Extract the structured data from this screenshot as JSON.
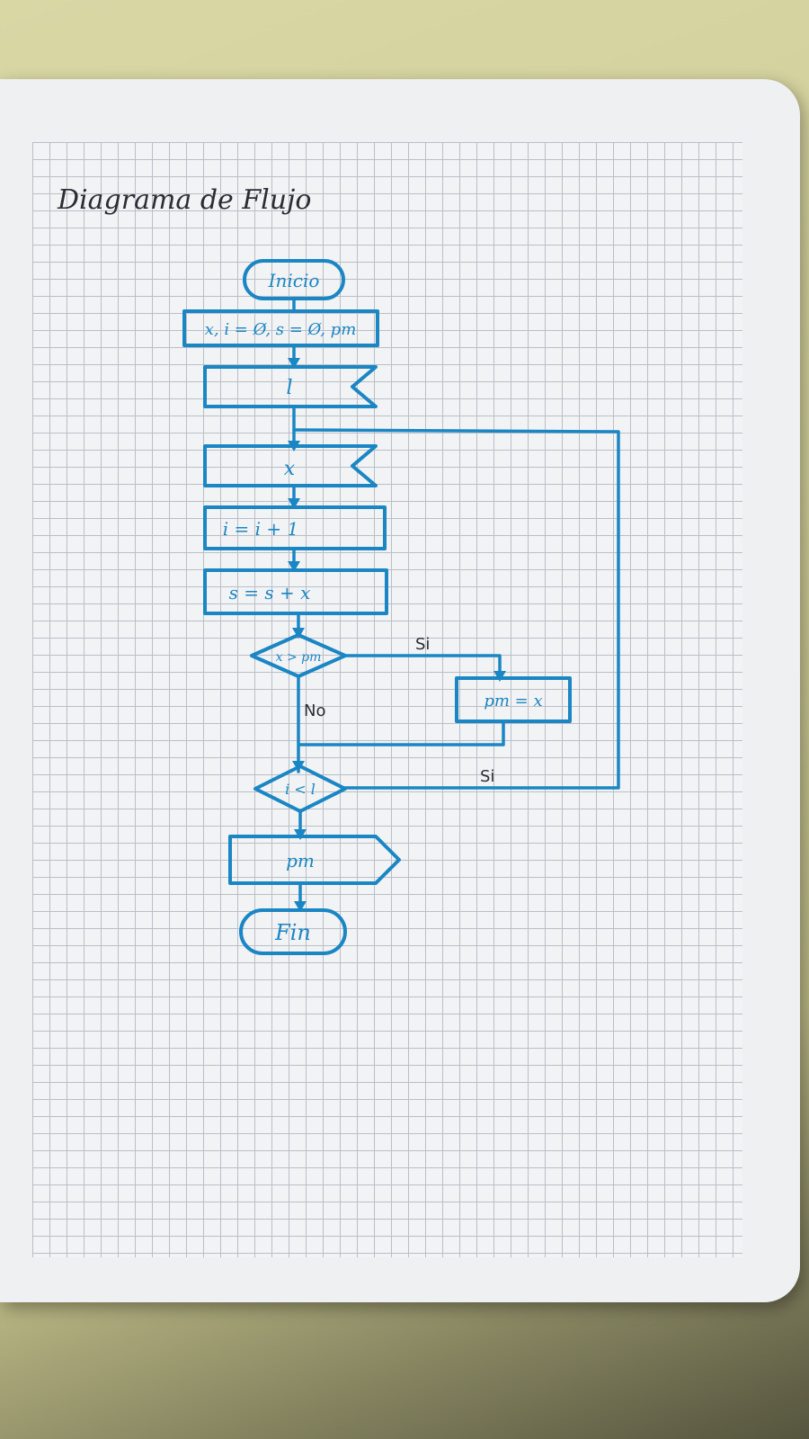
{
  "title": "Diagrama de Flujo",
  "nodes": {
    "start": "Inicio",
    "init": "x, i = Ø, s = Ø, pm",
    "read_limit": "l",
    "read_x": "x",
    "increment": "i = i + 1",
    "accumulate": "s = s + x",
    "compare_max": "x > pm",
    "assign_max": "pm = x",
    "loop_check": "i < l",
    "output": "pm",
    "end": "Fin"
  },
  "edge_labels": {
    "max_yes": "Si",
    "max_no": "No",
    "loop_yes": "Si"
  },
  "colors": {
    "ink": "#1a86c4",
    "pencil": "#2a2d33",
    "grid": "#b9bfc7"
  }
}
